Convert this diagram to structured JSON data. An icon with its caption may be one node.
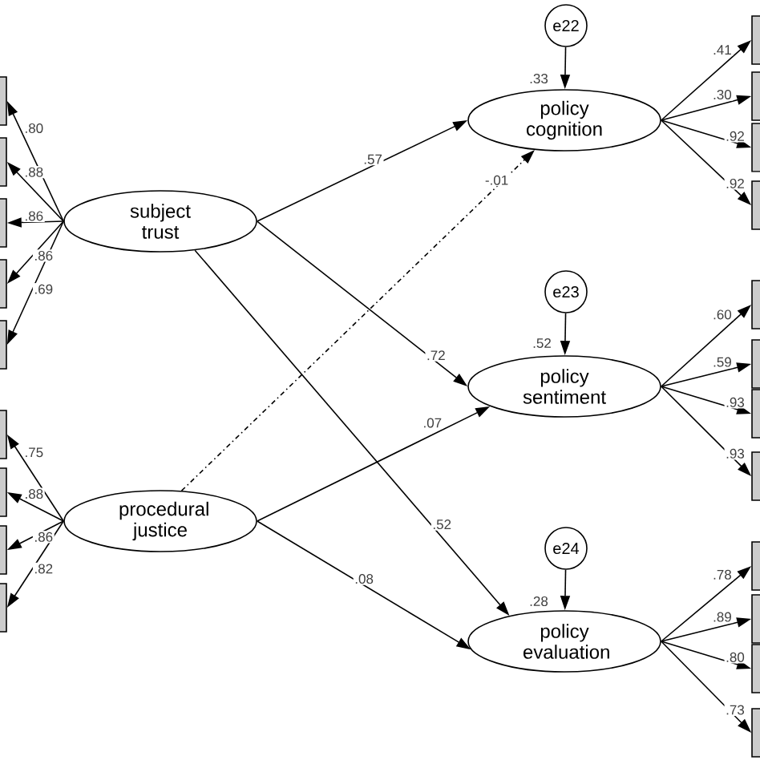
{
  "diagram": {
    "nodes": [
      {
        "text": [],
        "shape": "box"
      },
      {
        "text": [],
        "shape": "box"
      },
      {
        "text": [],
        "shape": "box"
      },
      {
        "text": [],
        "shape": "box"
      },
      {
        "text": [],
        "shape": "box"
      },
      {
        "text": [
          "subject trust"
        ]
      },
      {
        "text": [],
        "shape": "box"
      },
      {
        "text": [],
        "shape": "box"
      },
      {
        "text": [],
        "shape": "box"
      },
      {
        "text": [],
        "shape": "box"
      },
      {
        "text": [
          "procedural justice"
        ]
      },
      {
        "text": [
          "e22"
        ]
      },
      {
        "text": [
          "policy cognition"
        ],
        "beside": [
          ".33"
        ]
      },
      {
        "text": [],
        "shape": "box"
      },
      {
        "text": [],
        "shape": "box"
      },
      {
        "text": [],
        "shape": "box"
      },
      {
        "text": [],
        "shape": "box"
      },
      {
        "text": [
          "e23"
        ]
      },
      {
        "text": [
          "policy sentiment"
        ],
        "beside": [
          ".52"
        ]
      },
      {
        "text": [],
        "shape": "box"
      },
      {
        "text": [],
        "shape": "box"
      },
      {
        "text": [],
        "shape": "box"
      },
      {
        "text": [],
        "shape": "box"
      },
      {
        "text": [
          "e24"
        ]
      },
      {
        "text": [
          "policy evaluation"
        ],
        "beside": [
          ".28"
        ]
      },
      {
        "text": [],
        "shape": "box"
      },
      {
        "text": [],
        "shape": "box"
      },
      {
        "text": [],
        "shape": "box"
      },
      {
        "text": [],
        "shape": "box"
      }
    ],
    "edges": [
      {
        "from": 5,
        "to": 0,
        "arrow": "to",
        "label": ".80"
      },
      {
        "from": 5,
        "to": 1,
        "arrow": "to",
        "label": ".88"
      },
      {
        "from": 5,
        "to": 2,
        "arrow": "to",
        "label": ".86"
      },
      {
        "from": 5,
        "to": 3,
        "arrow": "to",
        "label": ".86"
      },
      {
        "from": 5,
        "to": 4,
        "arrow": "to",
        "label": ".69"
      },
      {
        "from": 10,
        "to": 6,
        "arrow": "to",
        "label": ".75"
      },
      {
        "from": 10,
        "to": 7,
        "arrow": "to",
        "label": ".88"
      },
      {
        "from": 10,
        "to": 8,
        "arrow": "to",
        "label": ".86"
      },
      {
        "from": 10,
        "to": 9,
        "arrow": "to",
        "label": ".82"
      },
      {
        "from": 11,
        "to": 12,
        "arrow": "to"
      },
      {
        "from": 12,
        "to": 13,
        "arrow": "to",
        "label": ".41"
      },
      {
        "from": 12,
        "to": 14,
        "arrow": "to",
        "label": ".30"
      },
      {
        "from": 12,
        "to": 15,
        "arrow": "to",
        "label": ".92"
      },
      {
        "from": 12,
        "to": 16,
        "arrow": "to",
        "label": ".92"
      },
      {
        "from": 17,
        "to": 18,
        "arrow": "to"
      },
      {
        "from": 18,
        "to": 19,
        "arrow": "to",
        "label": ".60"
      },
      {
        "from": 18,
        "to": 20,
        "arrow": "to",
        "label": ".59"
      },
      {
        "from": 18,
        "to": 21,
        "arrow": "to",
        "label": ".93"
      },
      {
        "from": 18,
        "to": 22,
        "arrow": "to",
        "label": ".93"
      },
      {
        "from": 23,
        "to": 24,
        "arrow": "to"
      },
      {
        "from": 24,
        "to": 25,
        "arrow": "to",
        "label": ".78"
      },
      {
        "from": 24,
        "to": 26,
        "arrow": "to",
        "label": ".89"
      },
      {
        "from": 24,
        "to": 27,
        "arrow": "to",
        "label": ".80"
      },
      {
        "from": 24,
        "to": 28,
        "arrow": "to",
        "label": ".73"
      },
      {
        "from": 5,
        "to": 12,
        "arrow": "to",
        "label": ".57"
      },
      {
        "from": 10,
        "to": 12,
        "arrow": "to",
        "label": "-.01",
        "style": "dashed"
      },
      {
        "from": 5,
        "to": 18,
        "arrow": "to",
        "label": ".72"
      },
      {
        "from": 10,
        "to": 18,
        "arrow": "to",
        "label": ".07"
      },
      {
        "from": 5,
        "to": 24,
        "arrow": "to",
        "label": ".52"
      },
      {
        "from": 10,
        "to": 24,
        "arrow": "to",
        "label": ".08"
      }
    ]
  }
}
